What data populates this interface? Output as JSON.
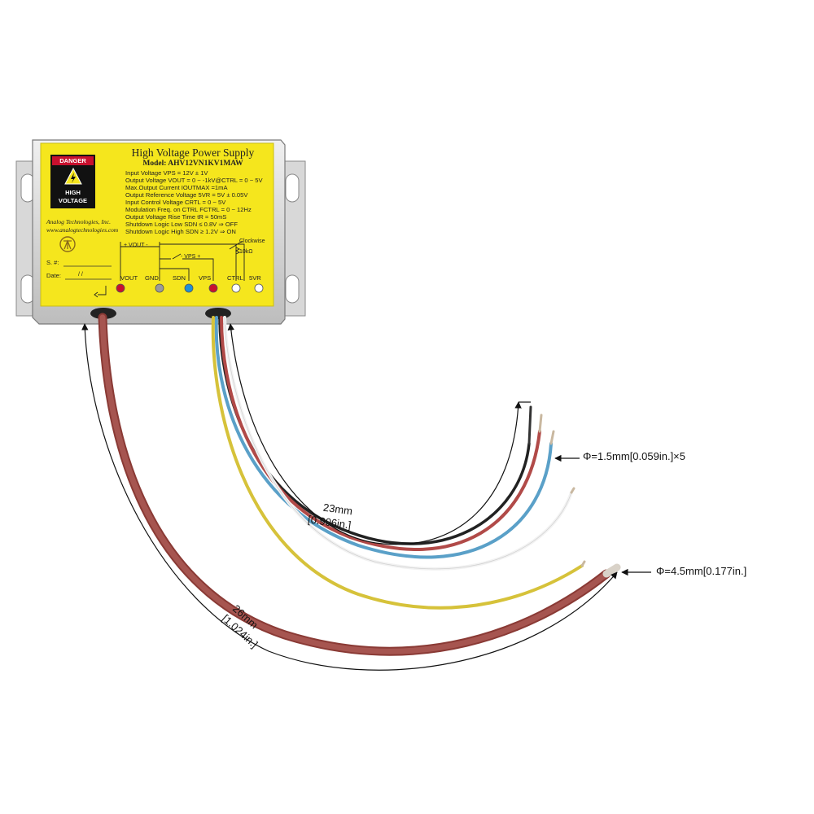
{
  "label": {
    "title": "High Voltage Power Supply",
    "model": "Model: AHV12VN1KV1MAW",
    "specs": [
      "Input Voltage VPS = 12V ± 1V",
      "Output Voltage VOUT = 0 ~ -1kV@CTRL = 0 ~ 5V",
      "Max.Output Current IOUTMAX =1mA",
      "Output Reference Voltage 5VR = 5V ± 0.05V",
      "Input Control Voltage CRTL = 0 ~ 5V",
      "Modulation Freq. on CTRL FCTRL = 0 ~ 12Hz",
      "Output Voltage Rise Time tR = 50mS",
      "Shutdown Logic Low SDN ≤ 0.8V ⇒ OFF",
      "Shutdown Logic High SDN ≥ 1.2V ⇒ ON"
    ],
    "company": "Analog Technologies, Inc.",
    "website": "www.analogtechnologies.com",
    "sn_label": "S. #:",
    "date_label": "Date:",
    "date_slashes": "/     /",
    "danger_label": "DANGER",
    "high_voltage_1": "HIGH",
    "high_voltage_2": "VOLTAGE",
    "schematic": {
      "vout": "+ VOUT -",
      "vps": "- VPS +",
      "clockwise": "Clockwise",
      "pot": "10kΩ"
    },
    "pins": [
      {
        "name": "VOUT",
        "color": "#c8102e"
      },
      {
        "name": "GND",
        "color": "#9a9a9a"
      },
      {
        "name": "SDN",
        "color": "#1e90d6"
      },
      {
        "name": "VPS",
        "color": "#c8102e"
      },
      {
        "name": "CTRL",
        "color": "#ffffff"
      },
      {
        "name": "5VR",
        "color": "#ffffff"
      }
    ]
  },
  "dimensions": {
    "small_wire_length_mm": "23mm",
    "small_wire_length_in": "[0.906in.]",
    "large_wire_length_mm": "26mm",
    "large_wire_length_in": "[1.024in.]",
    "small_wire_diameter": "Φ=1.5mm[0.059in.]×5",
    "large_wire_diameter": "Φ=4.5mm[0.177in.]"
  },
  "colors": {
    "label_yellow": "#f5e61d",
    "housing": "#dedede",
    "cable_red": "#a04a44",
    "wire_blue": "#5aa0c8",
    "wire_yellow": "#d6c23a",
    "wire_white": "#f2f2f2",
    "wire_black": "#222222"
  }
}
